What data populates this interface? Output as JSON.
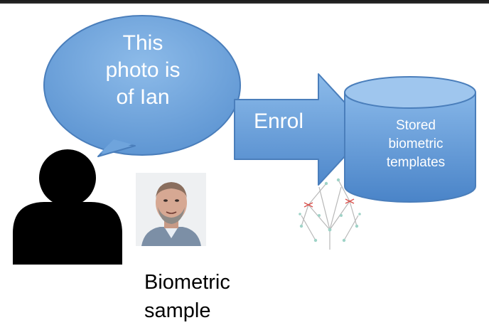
{
  "speech_bubble": {
    "text_lines": [
      "This",
      "photo is",
      "of Ian"
    ]
  },
  "arrow": {
    "label": "Enrol"
  },
  "database": {
    "label_lines": [
      "Stored",
      "biometric",
      "templates"
    ]
  },
  "caption": {
    "lines": [
      "Biometric",
      "sample"
    ]
  },
  "colors": {
    "bubble_fill": "#6fa4dc",
    "shape_stroke": "#4a7ebb",
    "user_icon": "#000000",
    "template_line_red": "#d9534f",
    "template_dot": "#9fd3c7"
  }
}
